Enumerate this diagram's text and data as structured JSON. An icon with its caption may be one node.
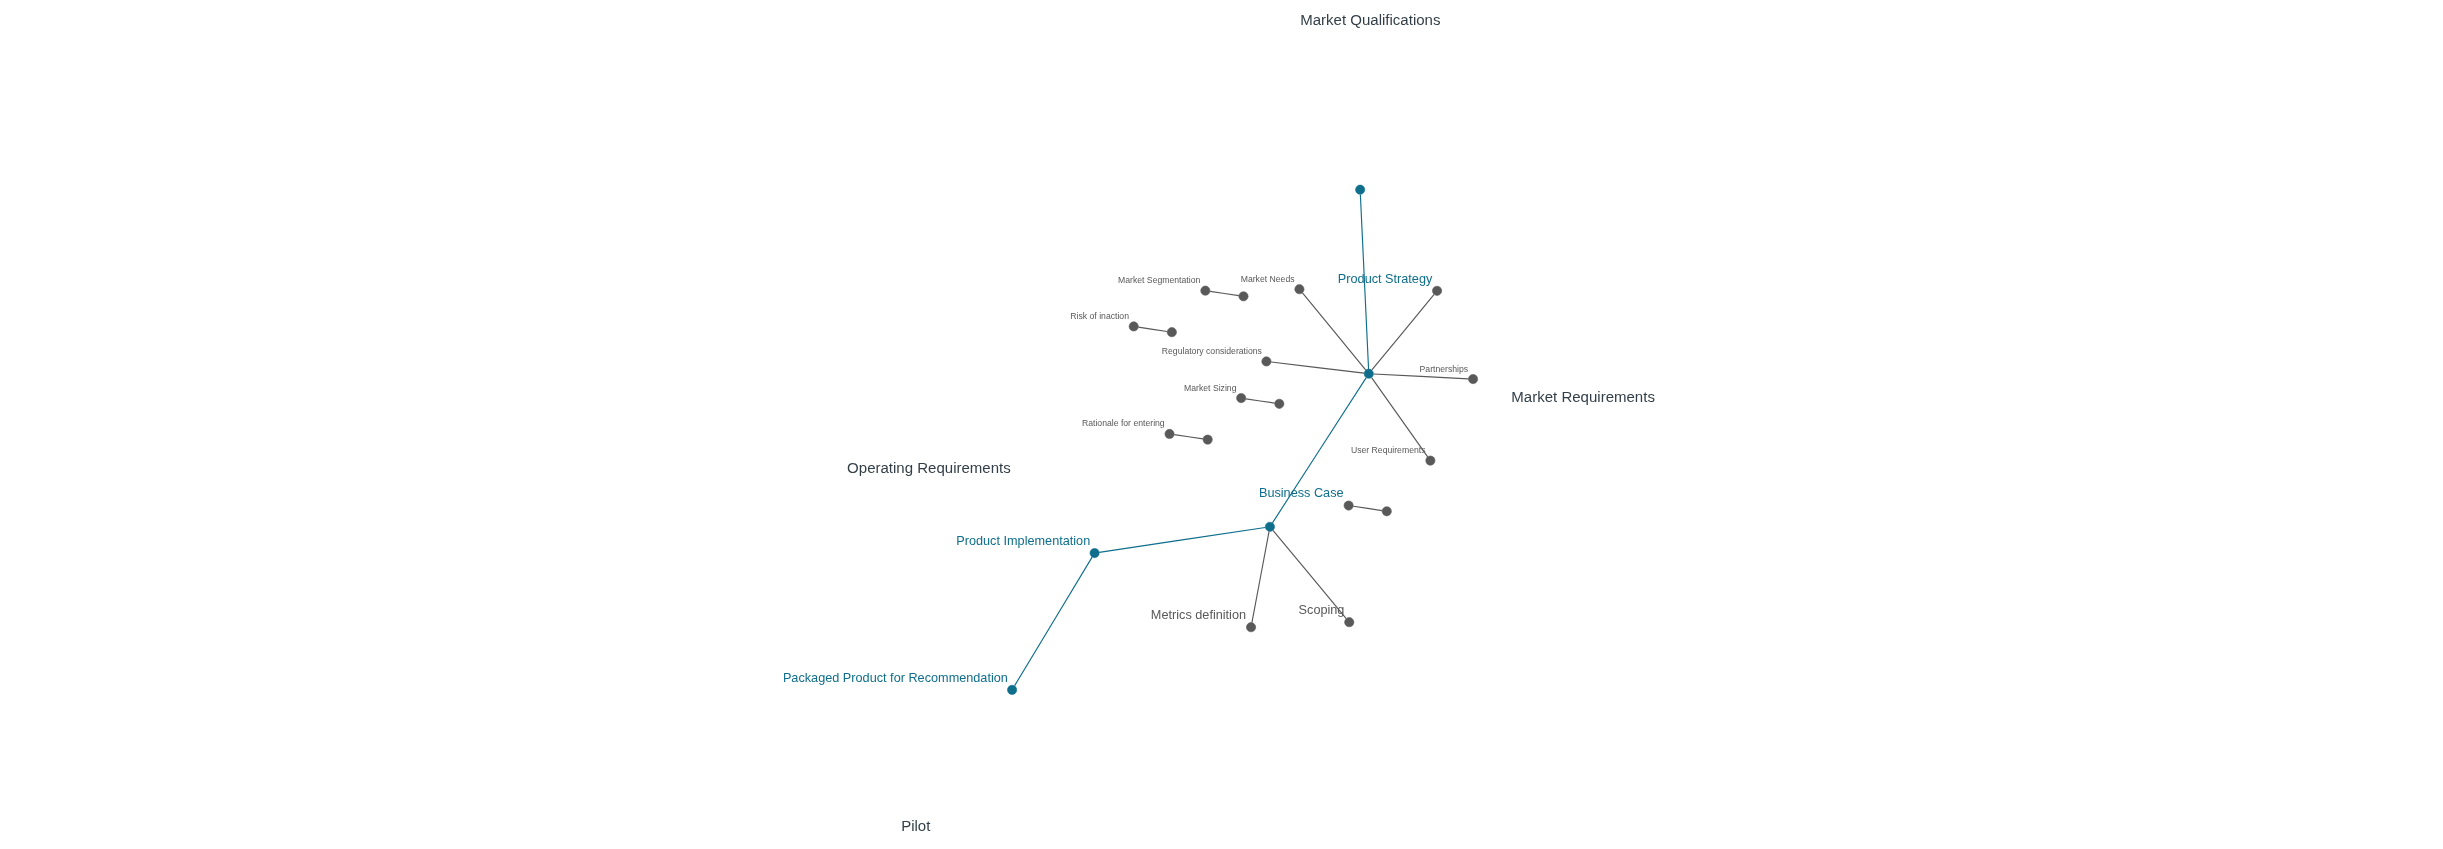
{
  "diagram": {
    "nodes": [
      {
        "text": [],
        "shape": "circle",
        "beside": [
          "Market Sizing"
        ]
      },
      {
        "text": [],
        "shape": "circle",
        "beside": [
          "Business Case"
        ]
      },
      {
        "text": [],
        "shape": "circle",
        "beside": [
          "Market Segmentation"
        ]
      },
      {
        "text": [],
        "shape": "circle",
        "beside": [
          "Rationale for entering"
        ]
      },
      {
        "text": [],
        "shape": "circle",
        "beside": [
          "Risk of inaction"
        ]
      },
      {
        "text": [],
        "shape": "circle"
      },
      {
        "text": [],
        "shape": "circle"
      },
      {
        "text": [],
        "shape": "circle"
      },
      {
        "text": [],
        "shape": "circle"
      },
      {
        "text": [],
        "shape": "circle"
      },
      {
        "text": [],
        "shape": "circle"
      },
      {
        "text": [],
        "shape": "circle"
      },
      {
        "text": [],
        "shape": "circle",
        "beside": [
          "User Requirements"
        ]
      },
      {
        "text": [],
        "shape": "circle",
        "beside": [
          "Product Strategy"
        ]
      },
      {
        "text": [],
        "shape": "circle",
        "beside": [
          "Partnerships"
        ]
      },
      {
        "text": [],
        "shape": "circle",
        "beside": [
          "Market Needs"
        ]
      },
      {
        "text": [],
        "shape": "circle",
        "beside": [
          "Regulatory considerations"
        ]
      },
      {
        "text": [],
        "shape": "circle"
      },
      {
        "text": [],
        "shape": "circle",
        "beside": [
          "Product Implementation"
        ]
      },
      {
        "text": [],
        "shape": "circle",
        "beside": [
          "Scoping"
        ]
      },
      {
        "text": [],
        "shape": "circle",
        "beside": [
          "Metrics definition"
        ]
      },
      {
        "text": [],
        "shape": "circle",
        "beside": [
          "Packaged Product for Recommendation"
        ]
      }
    ],
    "edges": [
      {
        "from": 5,
        "to": 0,
        "arrow": "none"
      },
      {
        "from": 6,
        "to": 1,
        "arrow": "none"
      },
      {
        "from": 7,
        "to": 2,
        "arrow": "none"
      },
      {
        "from": 8,
        "to": 3,
        "arrow": "none"
      },
      {
        "from": 9,
        "to": 4,
        "arrow": "none"
      },
      {
        "from": 10,
        "to": 11,
        "arrow": "none",
        "color": "#0e6e8c"
      },
      {
        "from": 11,
        "to": 12,
        "arrow": "none"
      },
      {
        "from": 11,
        "to": 13,
        "arrow": "none"
      },
      {
        "from": 11,
        "to": 14,
        "arrow": "none"
      },
      {
        "from": 11,
        "to": 15,
        "arrow": "none"
      },
      {
        "from": 11,
        "to": 16,
        "arrow": "none"
      },
      {
        "from": 11,
        "to": 17,
        "arrow": "none",
        "color": "#0e6e8c"
      },
      {
        "from": 17,
        "to": 18,
        "arrow": "none",
        "color": "#0e6e8c"
      },
      {
        "from": 17,
        "to": 19,
        "arrow": "none"
      },
      {
        "from": 17,
        "to": 20,
        "arrow": "none"
      },
      {
        "from": 18,
        "to": 21,
        "arrow": "none",
        "color": "#0e6e8c"
      }
    ],
    "labels": [
      "Market Qualifications",
      "Market Requirements",
      "Operating Requirements",
      "Pilot"
    ]
  }
}
